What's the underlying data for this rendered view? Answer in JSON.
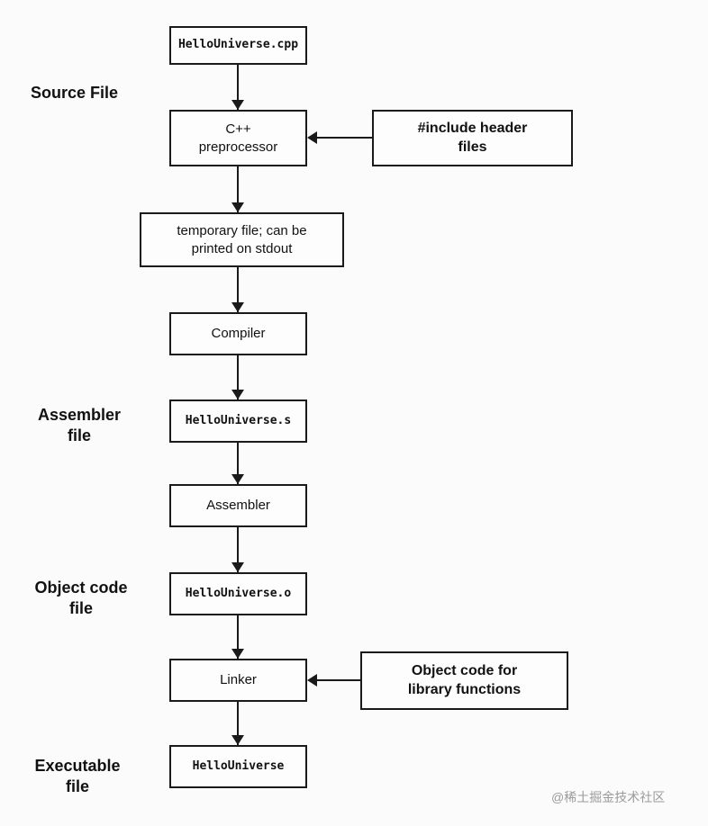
{
  "nodes": {
    "source_cpp": {
      "label": "HelloUniverse.cpp"
    },
    "preprocessor": {
      "label": "C++\npreprocessor"
    },
    "include_headers": {
      "label": "#include header\nfiles"
    },
    "temp_file": {
      "label": "temporary file; can be\nprinted on stdout"
    },
    "compiler": {
      "label": "Compiler"
    },
    "assembler_s": {
      "label": "HelloUniverse.s"
    },
    "assembler": {
      "label": "Assembler"
    },
    "object_o": {
      "label": "HelloUniverse.o"
    },
    "linker": {
      "label": "Linker"
    },
    "object_lib": {
      "label": "Object code for\nlibrary functions"
    },
    "executable": {
      "label": "HelloUniverse"
    }
  },
  "side_labels": {
    "source_file": "Source File",
    "assembler_file": "Assembler\nfile",
    "object_code_file": "Object code\nfile",
    "executable_file": "Executable\nfile"
  },
  "edges": [
    {
      "from": "source_cpp",
      "to": "preprocessor"
    },
    {
      "from": "include_headers",
      "to": "preprocessor"
    },
    {
      "from": "preprocessor",
      "to": "temp_file"
    },
    {
      "from": "temp_file",
      "to": "compiler"
    },
    {
      "from": "compiler",
      "to": "assembler_s"
    },
    {
      "from": "assembler_s",
      "to": "assembler"
    },
    {
      "from": "assembler",
      "to": "object_o"
    },
    {
      "from": "object_o",
      "to": "linker"
    },
    {
      "from": "object_lib",
      "to": "linker"
    },
    {
      "from": "linker",
      "to": "executable"
    }
  ],
  "watermark": "@稀土掘金技术社区",
  "colors": {
    "stroke": "#1a1a1a",
    "background": "#fbfbfb",
    "watermark": "#9b9b9b"
  }
}
